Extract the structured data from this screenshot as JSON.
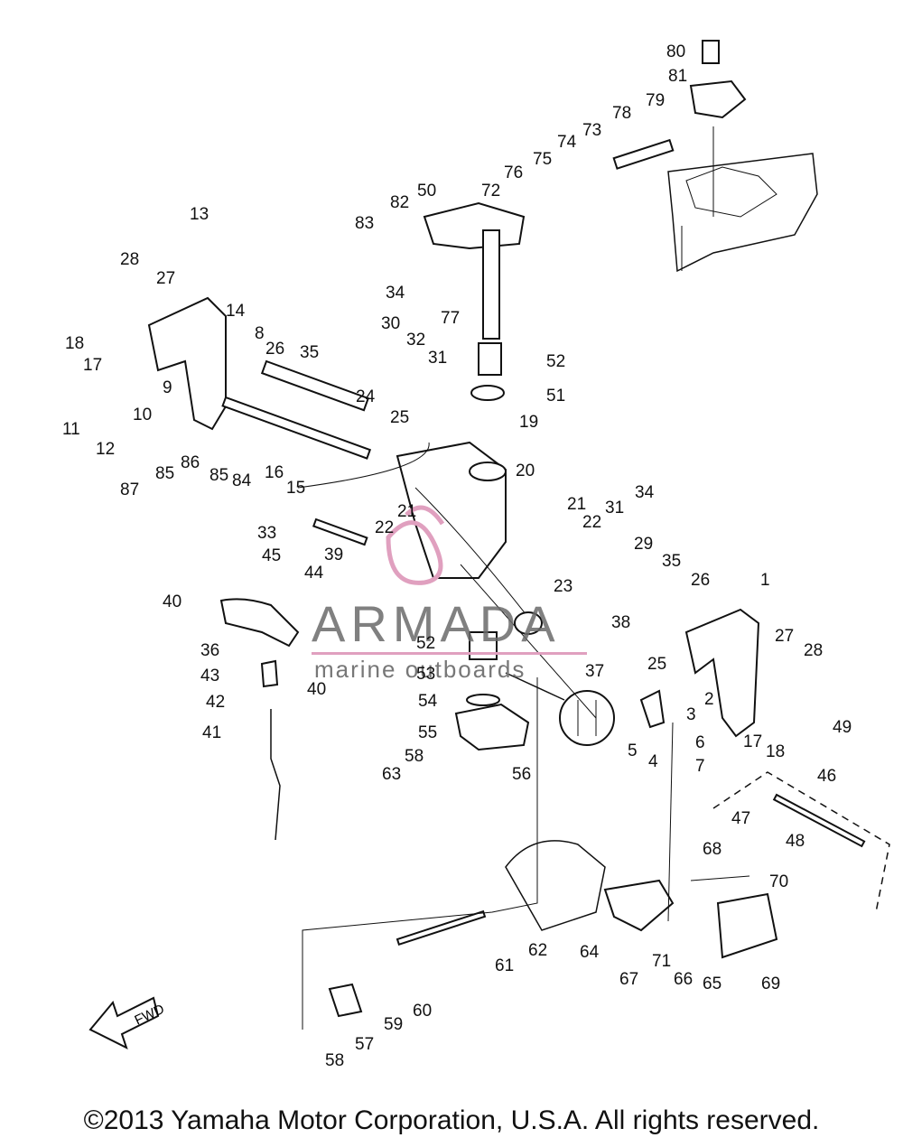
{
  "watermark": {
    "brand": "ARMADA",
    "tagline": "marine outboards"
  },
  "fwd_label": "FWD",
  "copyright": "©2013 Yamaha Motor Corporation, U.S.A. All rights reserved.",
  "callouts": [
    "80",
    "81",
    "79",
    "78",
    "73",
    "74",
    "75",
    "76",
    "72",
    "50",
    "82",
    "83",
    "77",
    "52",
    "51",
    "13",
    "14",
    "28",
    "27",
    "8",
    "26",
    "34",
    "30",
    "35",
    "32",
    "31",
    "18",
    "17",
    "9",
    "10",
    "11",
    "12",
    "24",
    "25",
    "87",
    "85",
    "86",
    "85",
    "84",
    "16",
    "15",
    "19",
    "20",
    "21",
    "22",
    "21",
    "22",
    "31",
    "34",
    "29",
    "33",
    "45",
    "44",
    "39",
    "23",
    "35",
    "26",
    "1",
    "40",
    "36",
    "40",
    "43",
    "42",
    "41",
    "38",
    "25",
    "37",
    "52",
    "53",
    "54",
    "55",
    "58",
    "63",
    "56",
    "27",
    "28",
    "2",
    "3",
    "5",
    "4",
    "6",
    "7",
    "17",
    "18",
    "49",
    "46",
    "47",
    "48",
    "68",
    "70",
    "62",
    "64",
    "61",
    "67",
    "71",
    "66",
    "65",
    "69",
    "60",
    "59",
    "57",
    "58"
  ]
}
